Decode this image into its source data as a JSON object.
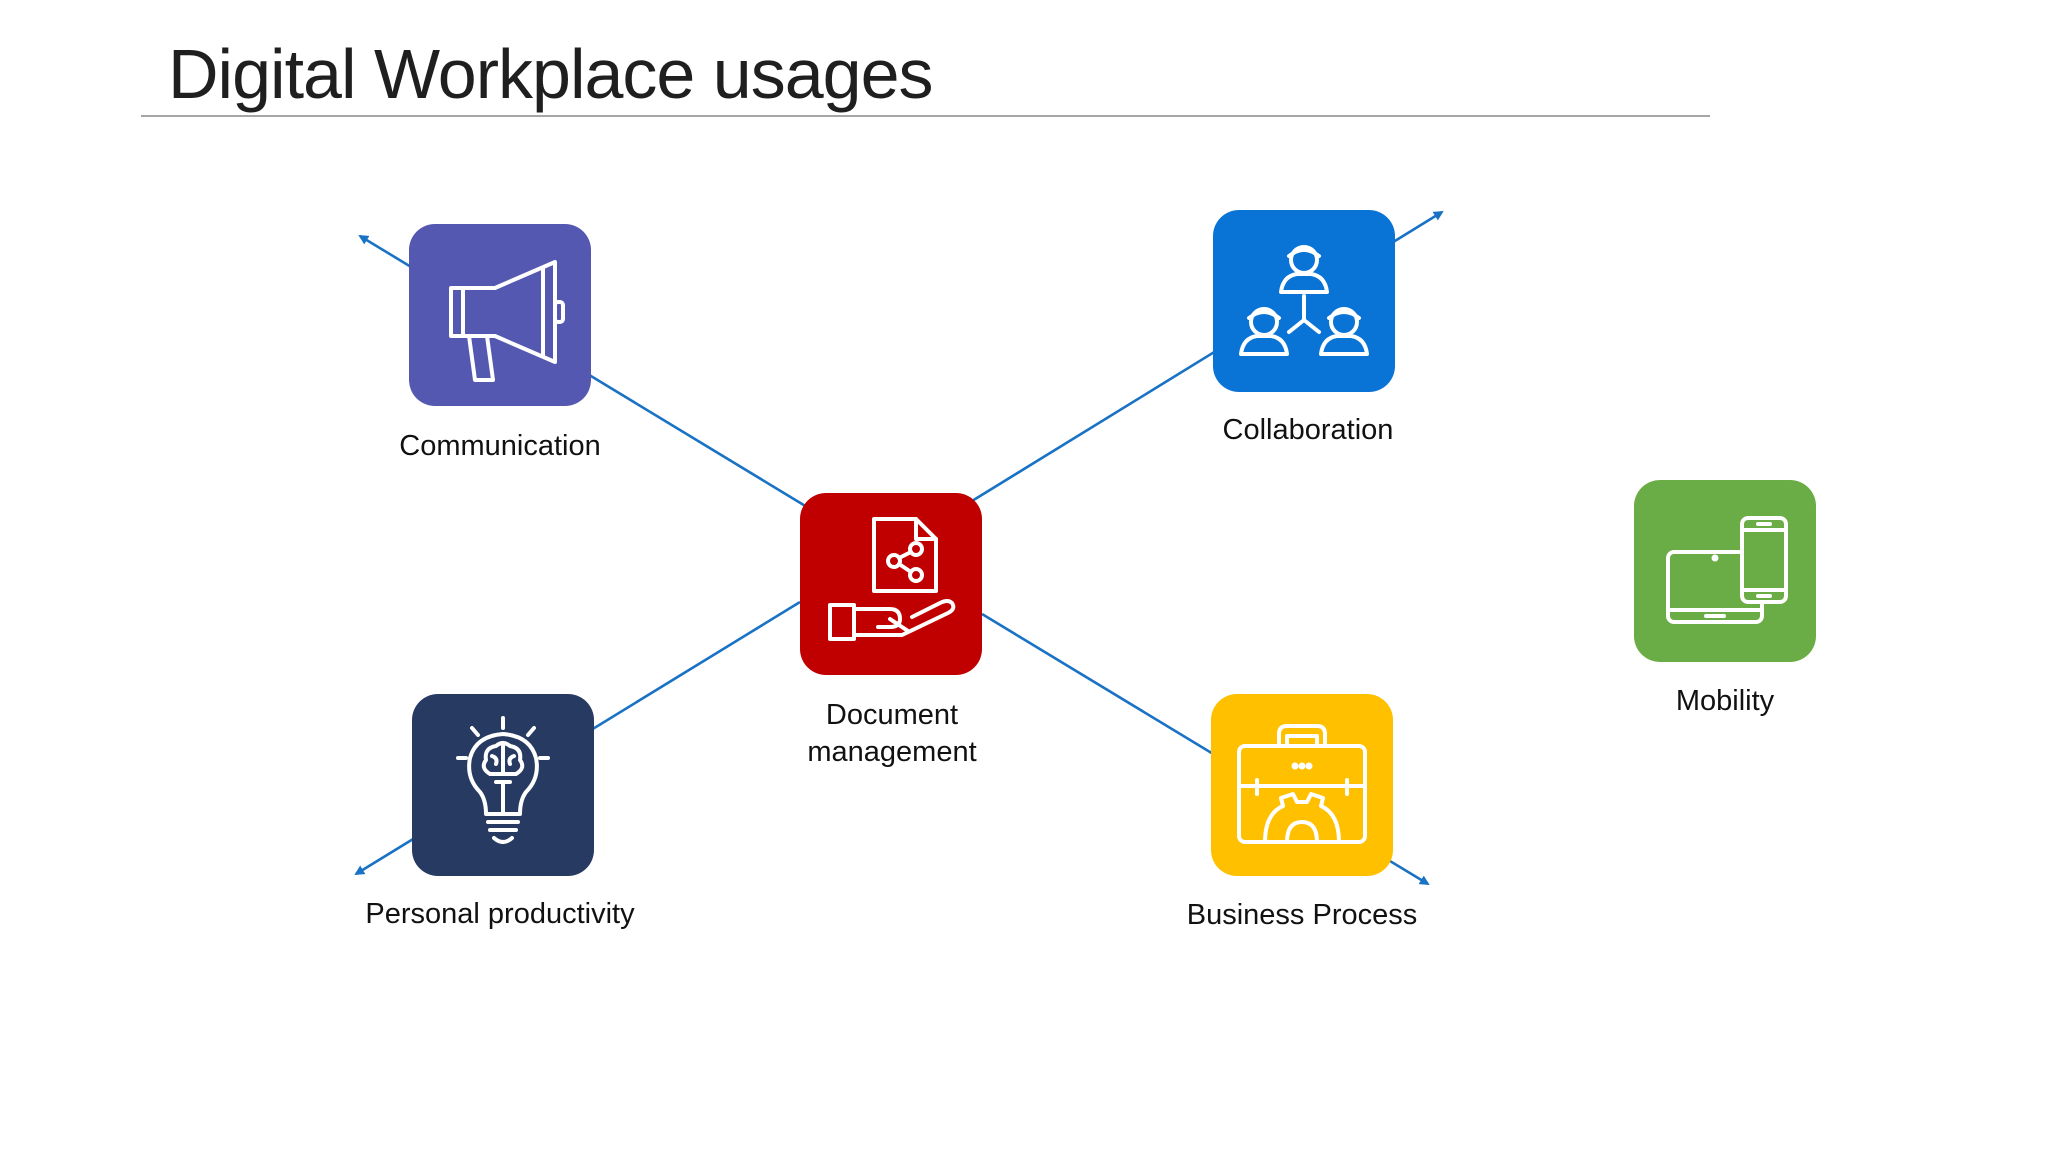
{
  "slide": {
    "title": "Digital Workplace usages"
  },
  "diagram": {
    "line_color": "#1a72c4",
    "nodes": {
      "communication": {
        "label": "Communication",
        "color": "#5558b0",
        "icon": "megaphone-icon"
      },
      "collaboration": {
        "label": "Collaboration",
        "color": "#0a74d6",
        "icon": "team-network-icon"
      },
      "document_management": {
        "label_line1": "Document",
        "label_line2": "management",
        "color": "#c00000",
        "icon": "shared-document-hand-icon"
      },
      "personal_productivity": {
        "label": "Personal productivity",
        "color": "#263a62",
        "icon": "lightbulb-brain-icon"
      },
      "business_process": {
        "label": "Business Process",
        "color": "#ffc000",
        "icon": "toolbox-gear-icon"
      },
      "mobility": {
        "label": "Mobility",
        "color": "#6aac45",
        "icon": "tablet-phone-icon"
      }
    }
  }
}
